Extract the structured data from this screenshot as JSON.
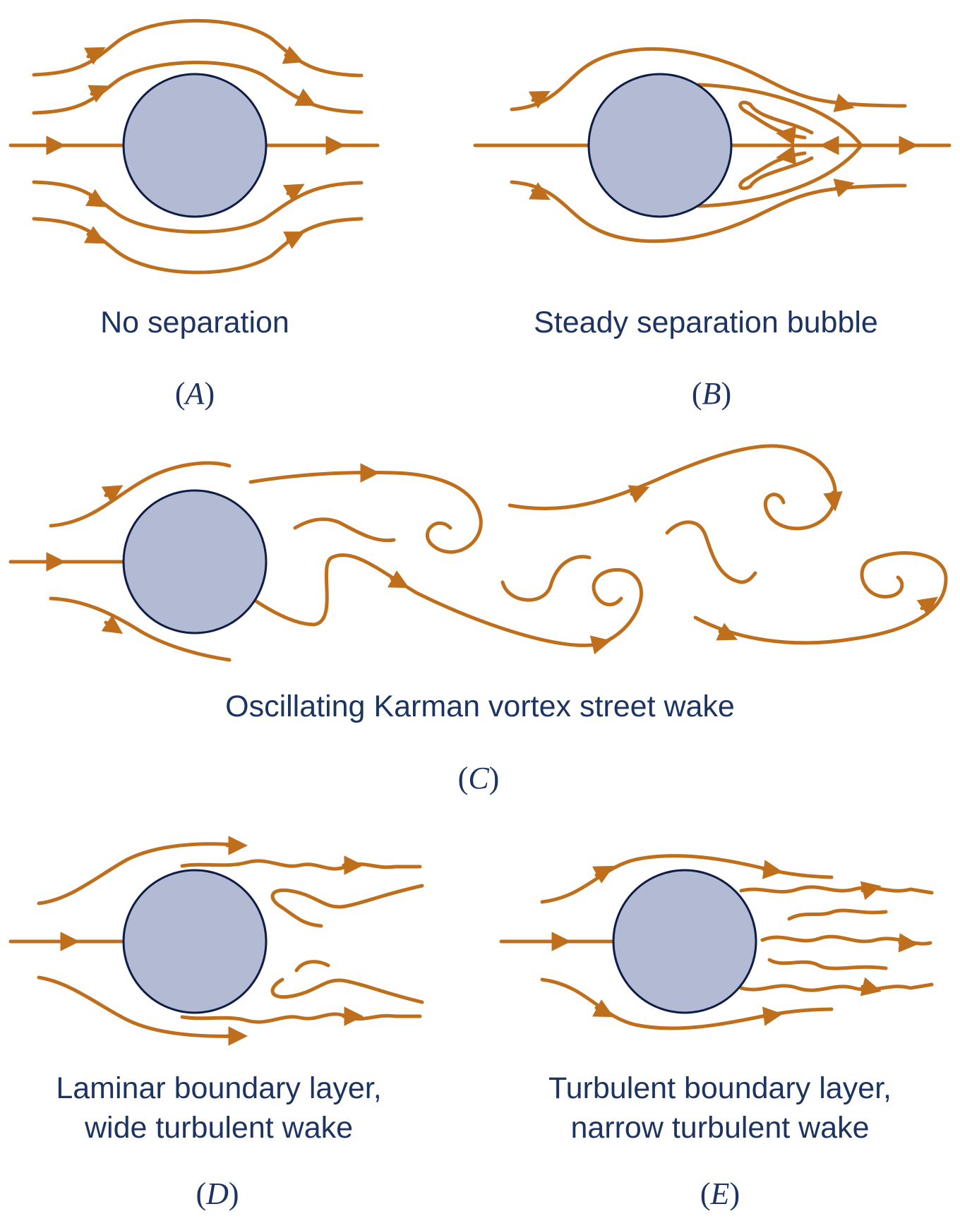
{
  "colors": {
    "streamline": "#bf6f1b",
    "cylinder_fill": "#b2bbd3",
    "cylinder_stroke": "#0d1d45",
    "text": "#1d3461"
  },
  "panels": {
    "a": {
      "caption": "No separation",
      "letter": "A"
    },
    "b": {
      "caption": "Steady separation bubble",
      "letter": "B"
    },
    "c": {
      "caption": "Oscillating Karman vortex street wake",
      "letter": "C"
    },
    "d": {
      "caption_line1": "Laminar boundary layer,",
      "caption_line2": "wide turbulent wake",
      "letter": "D"
    },
    "e": {
      "caption_line1": "Turbulent boundary layer,",
      "caption_line2": "narrow turbulent wake",
      "letter": "E"
    }
  }
}
